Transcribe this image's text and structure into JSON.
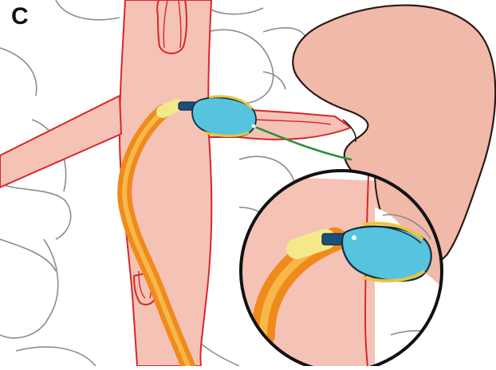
{
  "figure": {
    "panel_label": "C"
  },
  "colors": {
    "background": "#ffffff",
    "bone_outline": "#8c8c8c",
    "vessel_fill": "#f4c3b6",
    "vessel_outline": "#d8262b",
    "kidney_fill": "#f0b9aa",
    "kidney_outline": "#2a1a14",
    "catheter_orange": "#f08a1c",
    "catheter_light": "#f7b84a",
    "catheter_tip": "#f4e98a",
    "device_blue": "#56c3df",
    "device_band": "#e8c640",
    "guidewire_green": "#2f8f3a",
    "magnifier_ring": "#111111"
  },
  "icons": {
    "panel": "kidney-catheter-illustration",
    "magnifier": "magnified-inset-circle"
  }
}
